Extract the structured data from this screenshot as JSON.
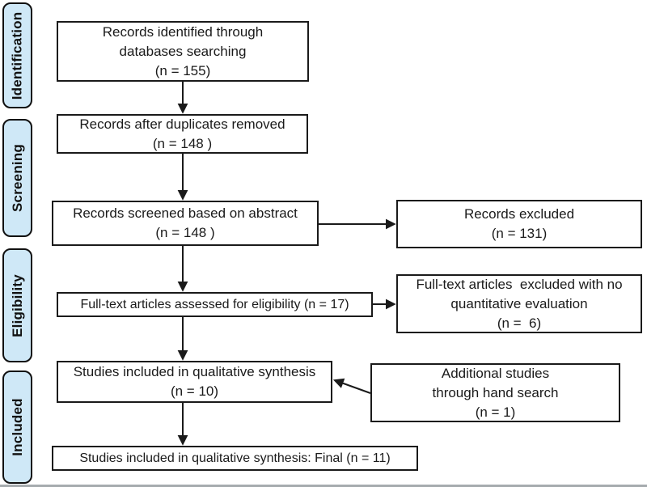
{
  "page": {
    "bg_color": "#ffffff",
    "stage_fill_color": "#cfe8f7",
    "line_color": "#1a1a1a",
    "bottom_edge_color": "#a6abae"
  },
  "stages": [
    {
      "label": "Identification"
    },
    {
      "label": "Screening"
    },
    {
      "label": "Eligibility"
    },
    {
      "label": "Included"
    }
  ],
  "flow_boxes": {
    "records_identified": {
      "lines": [
        "Records identified through",
        "databases searching",
        "(n = 155)"
      ]
    },
    "duplicates_removed": {
      "lines": [
        "Records after duplicates removed",
        "(n = 148 )"
      ]
    },
    "records_screened": {
      "lines": [
        "Records screened based on abstract",
        "(n = 148 )"
      ]
    },
    "records_excluded": {
      "lines": [
        "Records excluded",
        "(n = 131)"
      ]
    },
    "fulltext_assessed": {
      "lines": [
        "Full-text articles assessed for eligibility (n = 17)"
      ]
    },
    "fulltext_excluded": {
      "lines": [
        "Full-text articles  excluded with no",
        "quantitative evaluation",
        "(n =  6)"
      ]
    },
    "qualitative_synthesis": {
      "lines": [
        "Studies included in qualitative synthesis",
        "(n = 10)"
      ]
    },
    "additional_studies": {
      "lines": [
        "Additional studies",
        "through hand search",
        "(n = 1)"
      ]
    },
    "final_included": {
      "lines": [
        "Studies included in qualitative synthesis: Final (n = 11)"
      ]
    }
  }
}
